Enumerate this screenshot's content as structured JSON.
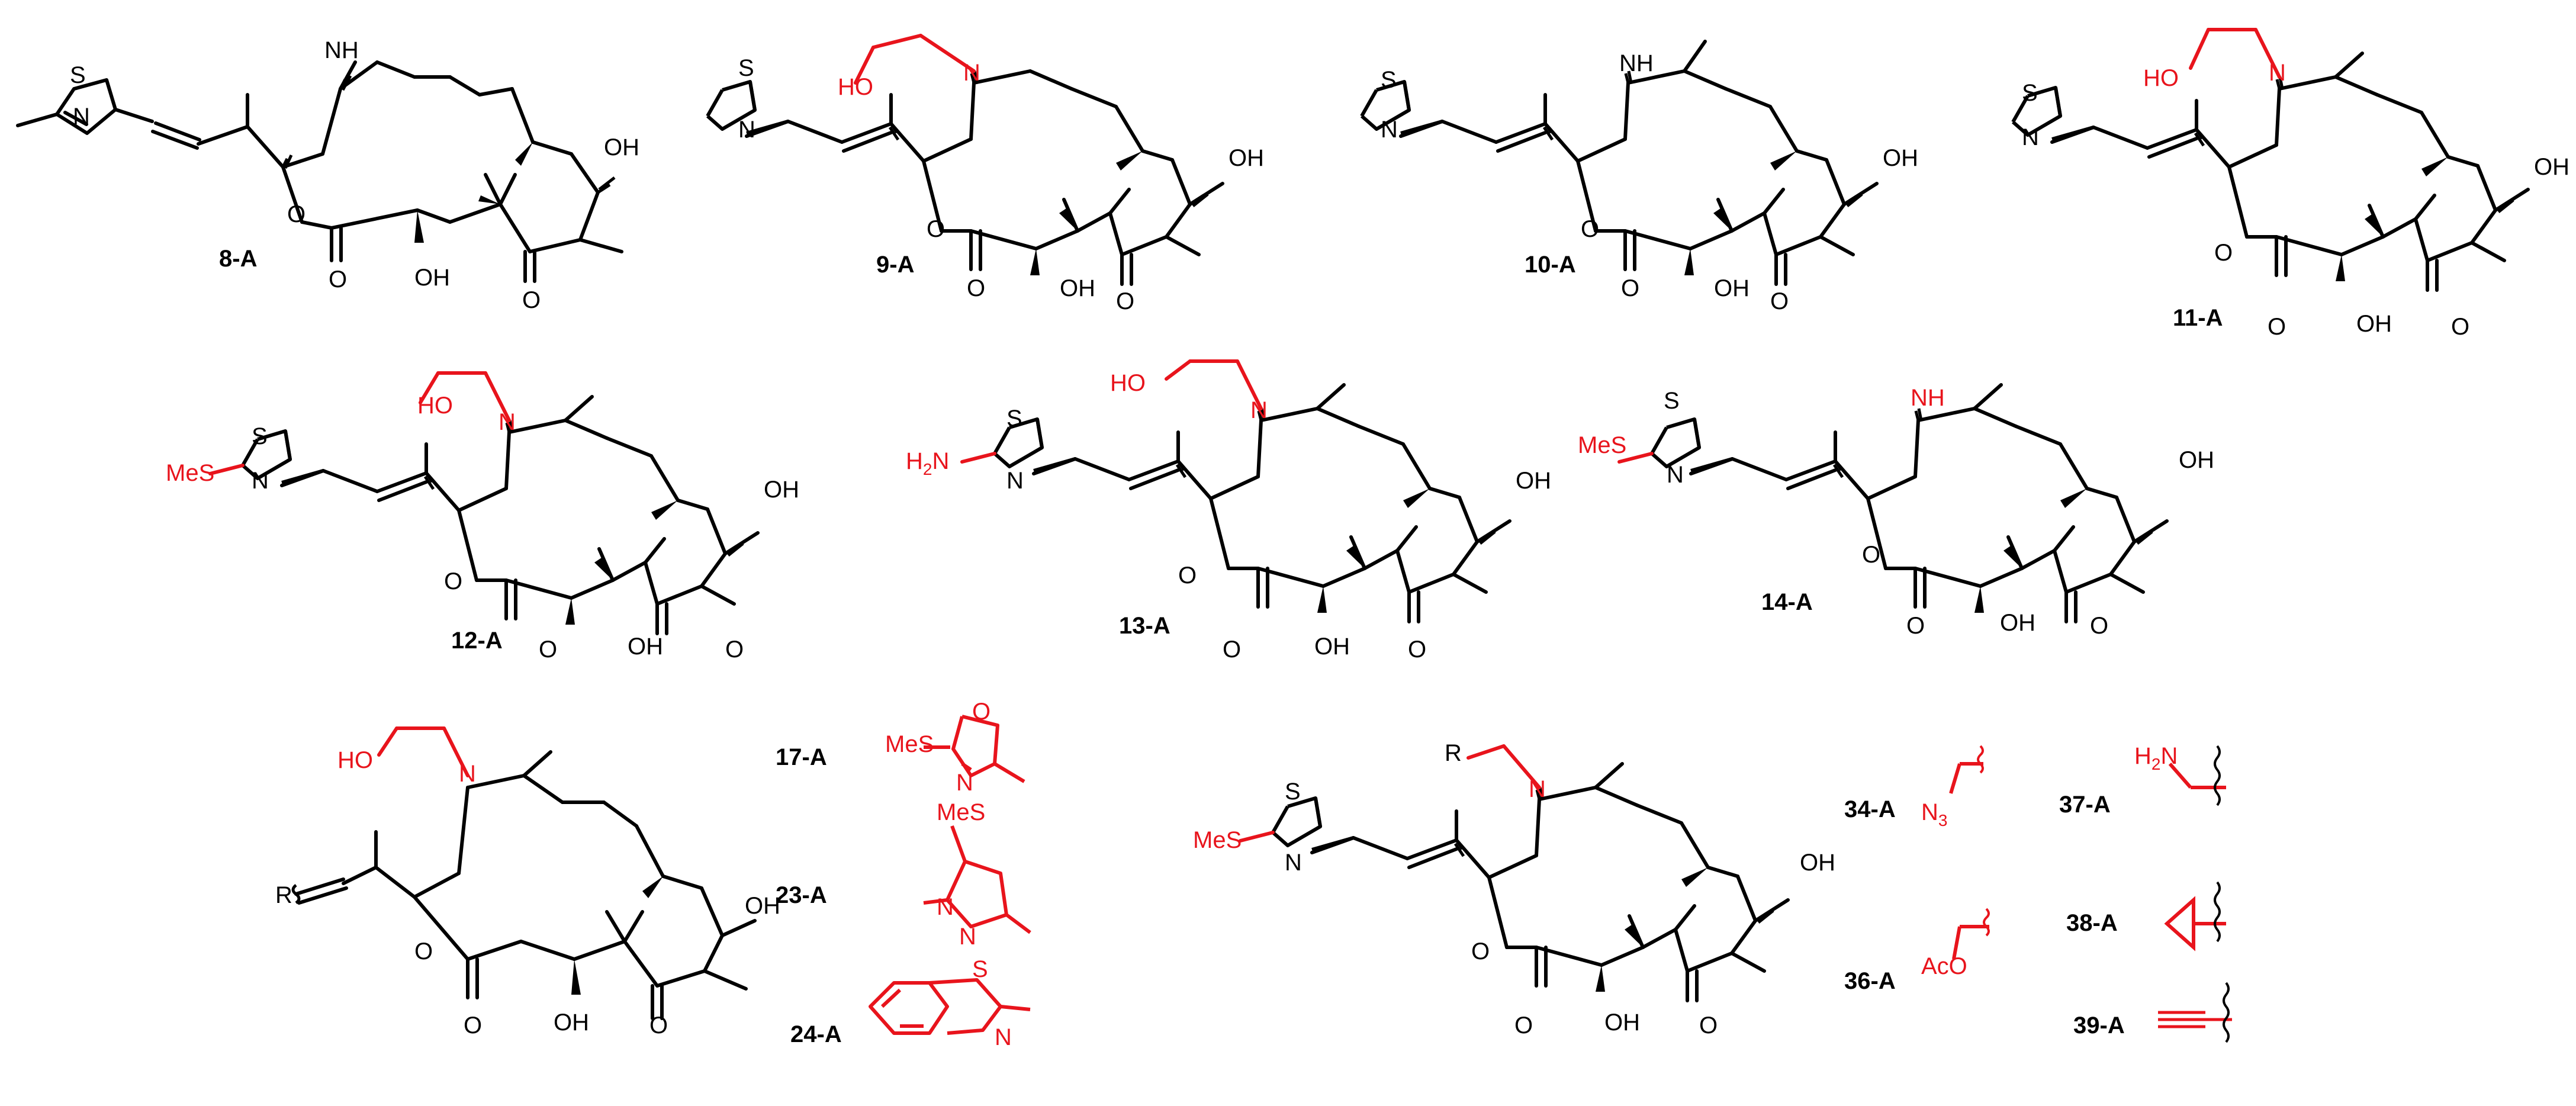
{
  "colors": {
    "core": "#000000",
    "modification": "#e8141c",
    "background": "#ffffff"
  },
  "compounds": [
    {
      "id": "8-A",
      "label": "8-A",
      "aziridine_n": "NH",
      "n_substituent": "",
      "thiazole_substituent": ""
    },
    {
      "id": "9-A",
      "label": "9-A",
      "aziridine_n": "N",
      "n_substituent": "HO",
      "thiazole_substituent": ""
    },
    {
      "id": "10-A",
      "label": "10-A",
      "aziridine_n": "NH",
      "n_substituent": "",
      "thiazole_substituent": ""
    },
    {
      "id": "11-A",
      "label": "11-A",
      "aziridine_n": "N",
      "n_substituent": "HO",
      "thiazole_substituent": ""
    },
    {
      "id": "12-A",
      "label": "12-A",
      "aziridine_n": "N",
      "n_substituent": "HO",
      "thiazole_substituent": "MeS"
    },
    {
      "id": "13-A",
      "label": "13-A",
      "aziridine_n": "N",
      "n_substituent": "HO",
      "thiazole_substituent": "H2N"
    },
    {
      "id": "14-A",
      "label": "14-A",
      "aziridine_n": "NH",
      "n_substituent": "",
      "thiazole_substituent": "MeS"
    }
  ],
  "atoms": {
    "s": "S",
    "n": "N",
    "n_aziridine": "N",
    "nh": "NH",
    "ho": "HO",
    "oh": "OH",
    "o": "O",
    "mes": "MeS",
    "r": "R",
    "h2n": "H2N",
    "h2n_prefix": "H",
    "h2n_sub": "2",
    "h2n_suffix": "N",
    "n3_prefix": "N",
    "n3_sub": "3",
    "aco": "AcO"
  },
  "r_groups_left": [
    {
      "label": "17-A",
      "atoms": [
        "O",
        "MeS",
        "N"
      ]
    },
    {
      "label": "23-A",
      "atoms": [
        "MeS",
        "N",
        "N"
      ]
    },
    {
      "label": "24-A",
      "atoms": [
        "S",
        "N"
      ]
    }
  ],
  "r_groups_right": [
    {
      "label": "34-A",
      "atoms": [
        "N3"
      ]
    },
    {
      "label": "37-A",
      "atoms": [
        "H2N"
      ]
    },
    {
      "label": "36-A",
      "atoms": [
        "AcO"
      ]
    },
    {
      "label": "38-A",
      "atoms": []
    },
    {
      "label": "39-A",
      "atoms": []
    }
  ]
}
